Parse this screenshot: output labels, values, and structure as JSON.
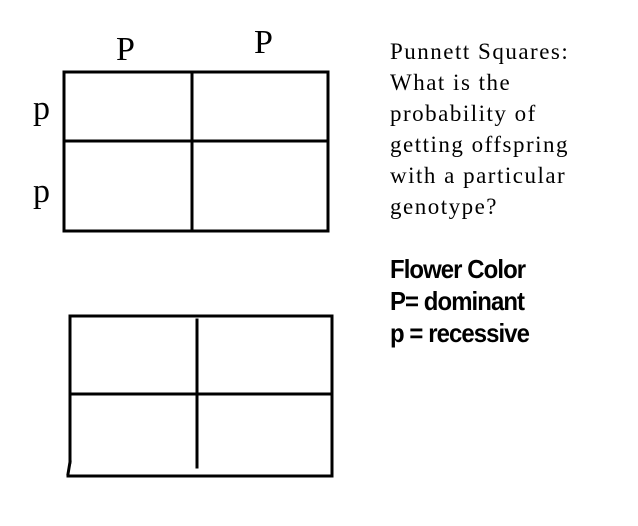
{
  "top_square": {
    "column_alleles": [
      "P",
      "P"
    ],
    "row_alleles": [
      "p",
      "p"
    ]
  },
  "question": {
    "lines": [
      "Punnett Squares:",
      "What is the",
      "probability of",
      "getting offspring",
      "with a particular",
      "genotype?"
    ]
  },
  "legend": {
    "lines": [
      "Flower Color",
      "P= dominant",
      "p = recessive"
    ]
  },
  "colors": {
    "line": "#000000",
    "background": "#ffffff"
  }
}
